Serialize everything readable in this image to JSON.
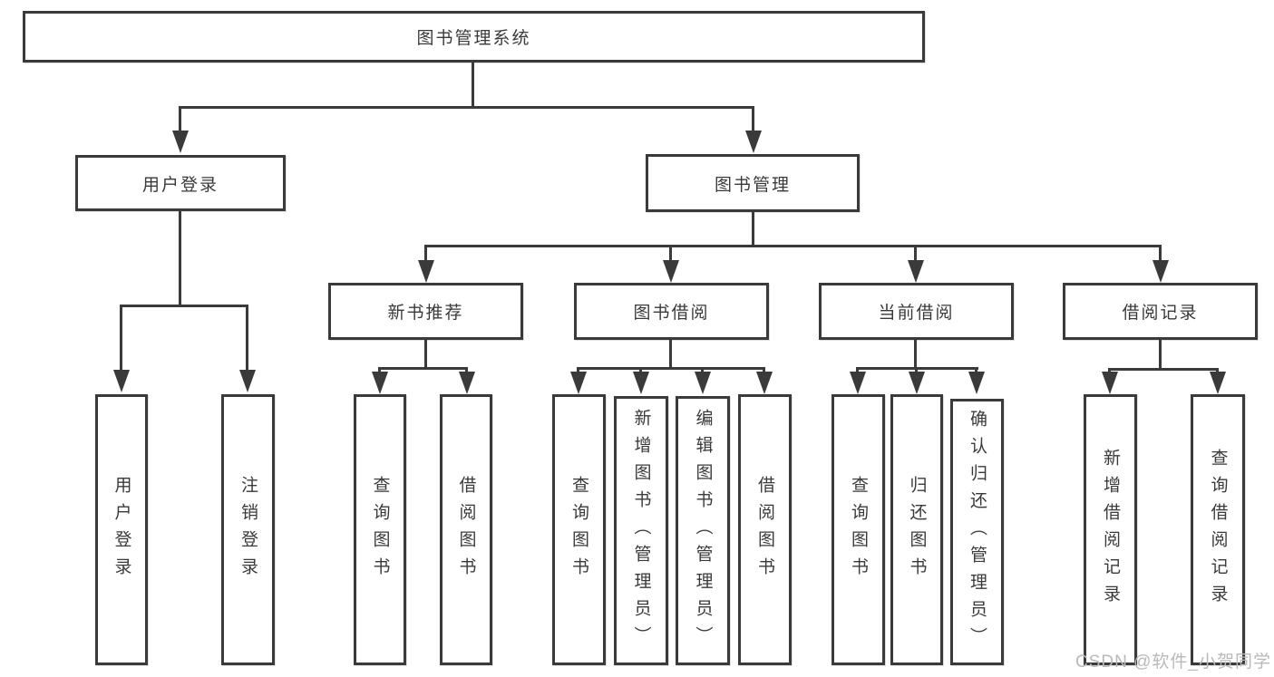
{
  "diagram": {
    "root": {
      "label": "图书管理系统"
    },
    "level2": [
      {
        "label": "用户登录"
      },
      {
        "label": "图书管理"
      }
    ],
    "level3": [
      {
        "label": "新书推荐"
      },
      {
        "label": "图书借阅"
      },
      {
        "label": "当前借阅"
      },
      {
        "label": "借阅记录"
      }
    ],
    "leaves": {
      "login": [
        {
          "label": "用户登录"
        },
        {
          "label": "注销登录"
        }
      ],
      "recommend": [
        {
          "label": "查询图书"
        },
        {
          "label": "借阅图书"
        }
      ],
      "borrow": [
        {
          "label": "查询图书"
        },
        {
          "label": "新增图书（管理员）"
        },
        {
          "label": "编辑图书（管理员）"
        },
        {
          "label": "借阅图书"
        }
      ],
      "current": [
        {
          "label": "查询图书"
        },
        {
          "label": "归还图书"
        },
        {
          "label": "确认归还（管理员）"
        }
      ],
      "records": [
        {
          "label": "新增借阅记录"
        },
        {
          "label": "查询借阅记录"
        }
      ]
    },
    "watermark": "CSDN @软件_小贺同学",
    "colors": {
      "line": "#3a3a3a",
      "text": "#3a3a3a",
      "background": "#ffffff",
      "watermark": "#b9b9b9"
    }
  }
}
